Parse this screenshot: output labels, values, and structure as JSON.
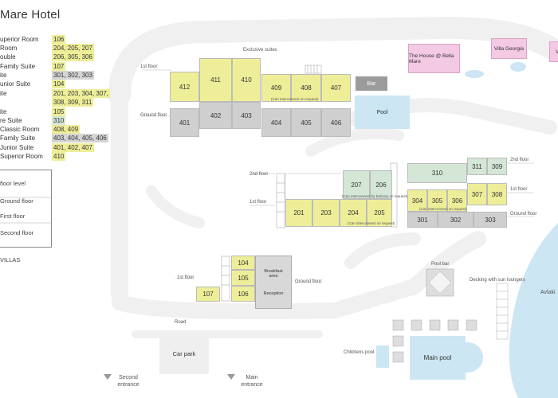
{
  "title": "Mare Hotel",
  "legend": [
    {
      "name": "uperior Room",
      "rooms": "106"
    },
    {
      "name": "Room",
      "rooms": "204, 205, 207"
    },
    {
      "name": "ouble",
      "rooms": "206, 305, 306"
    },
    {
      "name": "Family Suite",
      "rooms": "107"
    },
    {
      "name": "ite",
      "rooms": "301, 302, 303"
    },
    {
      "name": "unior Suite",
      "rooms": "104"
    },
    {
      "name": "ite",
      "rooms": "201, 203, 304, 307,"
    },
    {
      "name": "",
      "rooms": "308, 309, 311"
    },
    {
      "name": "ite",
      "rooms": "105"
    },
    {
      "name": "re Suite",
      "rooms": "310"
    },
    {
      "name": "Classic Room",
      "rooms": "408, 409"
    },
    {
      "name": "Family Suite",
      "rooms": "403, 404, 405, 406"
    },
    {
      "name": "Junior Suite",
      "rooms": "401, 402, 407"
    },
    {
      "name": "Superior Room",
      "rooms": "410"
    }
  ],
  "floor_key": {
    "level": "floor level",
    "ground": "Ground floor",
    "first": "First floor",
    "second": "Second floor"
  },
  "villas_label": "VILLAS",
  "labels": {
    "exclusive_suites": "Exclusive suites",
    "first_floor": "1st floor",
    "ground_floor": "Ground floor",
    "second_floor": "2nd floor",
    "road": "Road",
    "second_entrance": "Second entrance",
    "main_entrance": "Main entrance",
    "childrens_pool": "Childrens pool",
    "pool_bar": "Pool bar",
    "decking": "Decking with sun loungers",
    "avlaki": "Avlaki",
    "can_connect": "(Can interconnect on request)",
    "can_connect_alt": "(Can interconnect by balcony on request)"
  },
  "amenities": {
    "house": "The House @ Bella Mare",
    "villa_georgia": "Villa Georgia",
    "villa_v": "V",
    "bar": "Bar",
    "pool": "Pool",
    "main_pool": "Main pool",
    "car_park": "Car park",
    "breakfast": "Breakfast area",
    "reception": "Reception"
  },
  "rooms": {
    "r412": "412",
    "r411": "411",
    "r410": "410",
    "r409": "409",
    "r408": "408",
    "r407": "407",
    "r401": "401",
    "r402": "402",
    "r403": "403",
    "r404": "404",
    "r405": "405",
    "r406": "406",
    "r207": "207",
    "r206": "206",
    "r201": "201",
    "r203": "203",
    "r204": "204",
    "r205": "205",
    "r310": "310",
    "r311": "311",
    "r309": "309",
    "r304": "304",
    "r305": "305",
    "r306": "306",
    "r307": "307",
    "r308": "308",
    "r301": "301",
    "r302": "302",
    "r303": "303",
    "r104": "104",
    "r105": "105",
    "r106": "106",
    "r107": "107"
  }
}
